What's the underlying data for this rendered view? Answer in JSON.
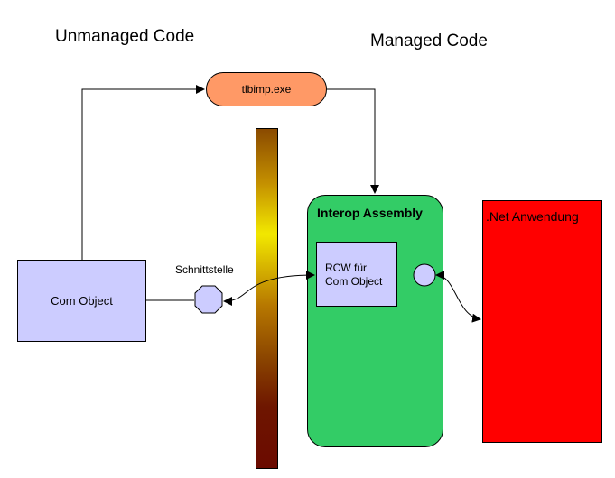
{
  "titles": {
    "unmanaged": "Unmanaged Code",
    "managed": "Managed Code"
  },
  "nodes": {
    "tool": "tlbimp.exe",
    "com_object": "Com Object",
    "interface": "Schnittstelle",
    "interop_assembly": "Interop Assembly",
    "rcw_line1": "RCW für",
    "rcw_line2": "Com Object",
    "net_app": ".Net Anwendung"
  },
  "colors": {
    "tool": "#ff9966",
    "com_object": "#ccccff",
    "interop_assembly": "#33cc66",
    "net_app": "#ff0000",
    "interface_node": "#ccccff"
  }
}
